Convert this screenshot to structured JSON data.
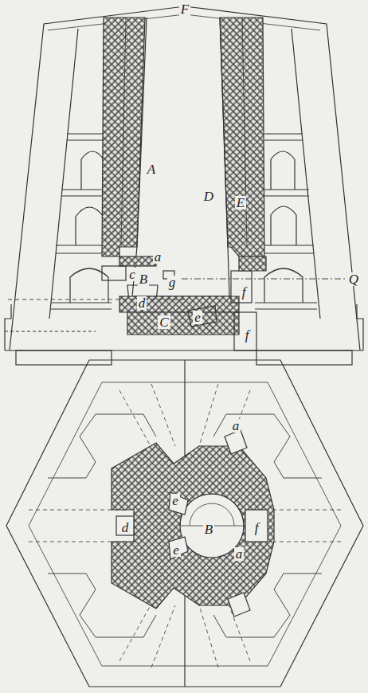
{
  "diagram": {
    "labels": [
      "F",
      "A",
      "D",
      "E",
      "a",
      "B",
      "Q",
      "c",
      "g",
      "d",
      "C",
      "e",
      "f",
      "f",
      "a",
      "a",
      "d",
      "e",
      "e",
      "B",
      "f"
    ]
  }
}
